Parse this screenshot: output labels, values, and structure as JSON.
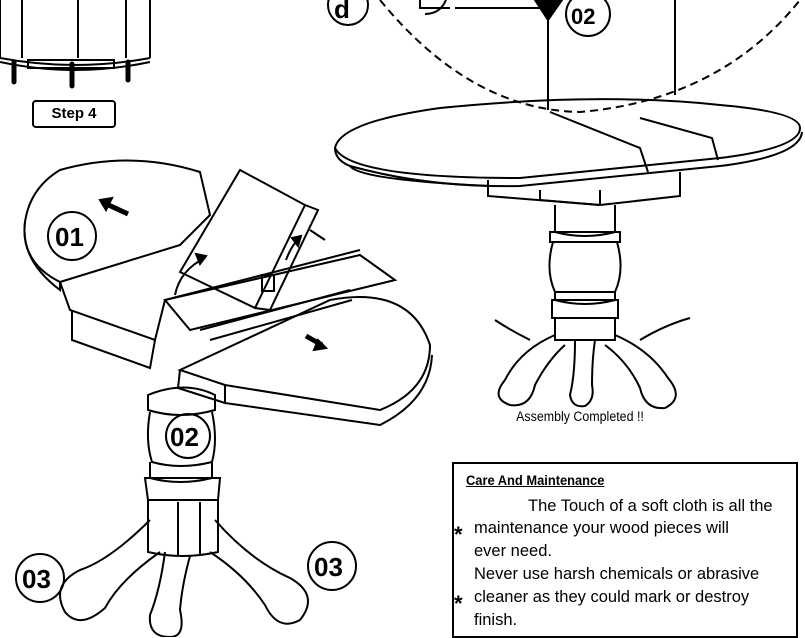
{
  "step_label": "Step 4",
  "part_labels": {
    "top_small": "02",
    "top_letter_d": "d",
    "leaf": "01",
    "pedestal": "02",
    "leg_left": "03",
    "leg_right": "03"
  },
  "caption": "Assembly Completed !!",
  "care": {
    "title": "Care And Maintenance",
    "lines": [
      "The  Touch of a soft cloth is all the",
      "maintenance your wood pieces will",
      "ever need.",
      "Never use harsh chemicals or abrasive",
      "cleaner as they could mark or destroy",
      "finish."
    ],
    "bullet_symbol": "*"
  }
}
